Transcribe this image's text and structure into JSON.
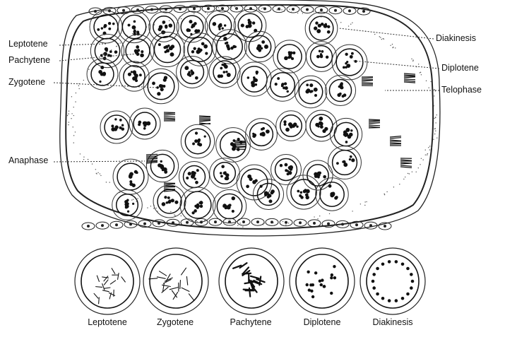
{
  "figure": {
    "labels": {
      "leptotene": "Leptotene",
      "pachytene": "Pachytene",
      "zygotene": "Zygotene",
      "anaphase": "Anaphase",
      "diakinesis": "Diakinesis",
      "diplotene": "Diplotene",
      "telophase": "Telophase"
    },
    "stages": [
      {
        "name": "Leptotene"
      },
      {
        "name": "Zygotene"
      },
      {
        "name": "Pachytene"
      },
      {
        "name": "Diplotene"
      },
      {
        "name": "Diakinesis"
      }
    ]
  }
}
